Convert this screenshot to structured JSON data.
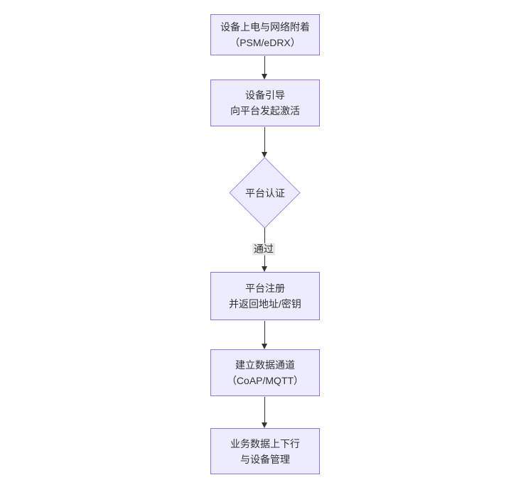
{
  "diagram": {
    "type": "flowchart",
    "direction": "top-down",
    "nodes": [
      {
        "shape": "rect",
        "line1": "设备上电与网络附着",
        "line2": "（PSM/eDRX）"
      },
      {
        "shape": "rect",
        "line1": "设备引导",
        "line2": "向平台发起激活"
      },
      {
        "shape": "diamond",
        "line1": "平台认证"
      },
      {
        "shape": "rect",
        "line1": "平台注册",
        "line2": "并返回地址/密钥"
      },
      {
        "shape": "rect",
        "line1": "建立数据通道",
        "line2": "（CoAP/MQTT）"
      },
      {
        "shape": "rect",
        "line1": "业务数据上下行",
        "line2": "与设备管理"
      }
    ],
    "edges": [
      {
        "from": 0,
        "to": 1,
        "label": ""
      },
      {
        "from": 1,
        "to": 2,
        "label": ""
      },
      {
        "from": 2,
        "to": 3,
        "label": "通过"
      },
      {
        "from": 3,
        "to": 4,
        "label": ""
      },
      {
        "from": 4,
        "to": 5,
        "label": ""
      }
    ],
    "colors": {
      "node_fill": "#ECECFF",
      "node_border": "#9370DB",
      "text": "#333333",
      "edge_line": "#333333",
      "edge_label_bg": "#e8e8e8",
      "background": "#ffffff"
    }
  }
}
